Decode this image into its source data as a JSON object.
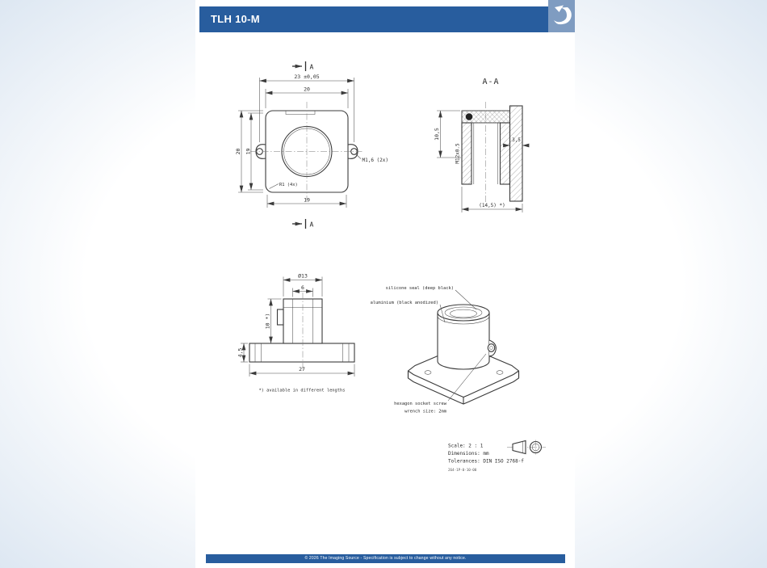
{
  "page": {
    "title": "TLH 10-M",
    "footer_text": "© 2026 The Imaging Source  -  Specification is subject to change without any notice."
  },
  "front_view": {
    "section_arrow_top": "A",
    "section_arrow_bottom": "A",
    "dim_ear_holes": "23 ±0,05",
    "dim_body_width": "20",
    "dim_body_height": "20",
    "dim_inner_height": "19",
    "dim_bottom_width": "19",
    "label_ear_thread": "M1,6 (2x)",
    "label_corner_radius": "R1 (4x)"
  },
  "section_view": {
    "title": "A-A",
    "dim_thread_depth": "10,5",
    "label_thread": "M12x0.5",
    "dim_flange_thickness": "3,5",
    "dim_overall": "(14,5) *)"
  },
  "side_view": {
    "dim_diameter": "Ø13",
    "dim_bore": "6",
    "dim_barrel_length": "10 *)",
    "dim_flange_height": "4,5",
    "dim_flange_width": "27",
    "footnote": "*) available in different lengths"
  },
  "iso_view": {
    "label_seal": "silicone seal (deep black)",
    "label_material": "aluminium (black anodized)",
    "label_screw_line1": "hexagon socket screw",
    "label_screw_line2": "wrench size: 2mm"
  },
  "title_block": {
    "scale": "Scale: 2 : 1",
    "dimensions": "Dimensions: mm",
    "tolerances": "Tolerances: DIN ISO 2768-f",
    "drawing_number": "264-1P-0-10-00"
  },
  "colors": {
    "header_blue": "#285d9e",
    "logo_blue": "#7f9cc1",
    "line": "#3b3b3b"
  }
}
